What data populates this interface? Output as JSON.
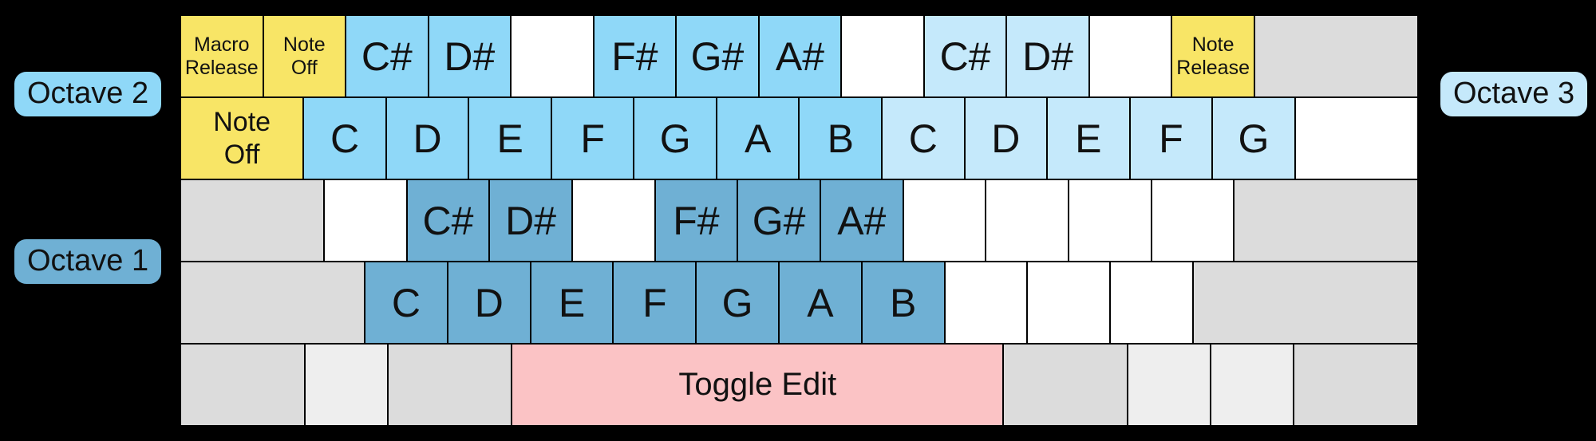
{
  "page": {
    "background": "#000000"
  },
  "colors": {
    "yellow": "#F8E566",
    "o1": "#6FB0D4",
    "o2": "#8FD8F8",
    "o3": "#C5E9FB",
    "white": "#FFFFFF",
    "gray": "#DCDCDC",
    "graylight": "#EEEEEE",
    "pink": "#FBC3C5",
    "border": "#000000",
    "text": "#111111"
  },
  "octave_labels": {
    "octave1": {
      "label": "Octave 1"
    },
    "octave2": {
      "label": "Octave 2"
    },
    "octave3": {
      "label": "Octave 3"
    }
  },
  "keyboard": {
    "rows": [
      {
        "keys": [
          {
            "label": "Macro\nRelease",
            "color": "yellow",
            "units": 1,
            "size": "small"
          },
          {
            "label": "Note\nOff",
            "color": "yellow",
            "units": 1,
            "size": "small"
          },
          {
            "label": "C#",
            "color": "o2",
            "units": 1,
            "size": "note"
          },
          {
            "label": "D#",
            "color": "o2",
            "units": 1,
            "size": "note"
          },
          {
            "label": "",
            "color": "white",
            "units": 1
          },
          {
            "label": "F#",
            "color": "o2",
            "units": 1,
            "size": "note"
          },
          {
            "label": "G#",
            "color": "o2",
            "units": 1,
            "size": "note"
          },
          {
            "label": "A#",
            "color": "o2",
            "units": 1,
            "size": "note"
          },
          {
            "label": "",
            "color": "white",
            "units": 1
          },
          {
            "label": "C#",
            "color": "o3",
            "units": 1,
            "size": "note"
          },
          {
            "label": "D#",
            "color": "o3",
            "units": 1,
            "size": "note"
          },
          {
            "label": "",
            "color": "white",
            "units": 1
          },
          {
            "label": "Note\nRelease",
            "color": "yellow",
            "units": 1,
            "size": "small"
          },
          {
            "label": "",
            "color": "gray",
            "units": 2
          }
        ]
      },
      {
        "keys": [
          {
            "label": "Note\nOff",
            "color": "yellow",
            "units": 1.5,
            "size": "medium"
          },
          {
            "label": "C",
            "color": "o2",
            "units": 1,
            "size": "note"
          },
          {
            "label": "D",
            "color": "o2",
            "units": 1,
            "size": "note"
          },
          {
            "label": "E",
            "color": "o2",
            "units": 1,
            "size": "note"
          },
          {
            "label": "F",
            "color": "o2",
            "units": 1,
            "size": "note"
          },
          {
            "label": "G",
            "color": "o2",
            "units": 1,
            "size": "note"
          },
          {
            "label": "A",
            "color": "o2",
            "units": 1,
            "size": "note"
          },
          {
            "label": "B",
            "color": "o2",
            "units": 1,
            "size": "note"
          },
          {
            "label": "C",
            "color": "o3",
            "units": 1,
            "size": "note"
          },
          {
            "label": "D",
            "color": "o3",
            "units": 1,
            "size": "note"
          },
          {
            "label": "E",
            "color": "o3",
            "units": 1,
            "size": "note"
          },
          {
            "label": "F",
            "color": "o3",
            "units": 1,
            "size": "note"
          },
          {
            "label": "G",
            "color": "o3",
            "units": 1,
            "size": "note"
          },
          {
            "label": "",
            "color": "white",
            "units": 1.5
          }
        ]
      },
      {
        "keys": [
          {
            "label": "",
            "color": "gray",
            "units": 1.75
          },
          {
            "label": "",
            "color": "white",
            "units": 1
          },
          {
            "label": "C#",
            "color": "o1",
            "units": 1,
            "size": "note"
          },
          {
            "label": "D#",
            "color": "o1",
            "units": 1,
            "size": "note"
          },
          {
            "label": "",
            "color": "white",
            "units": 1
          },
          {
            "label": "F#",
            "color": "o1",
            "units": 1,
            "size": "note"
          },
          {
            "label": "G#",
            "color": "o1",
            "units": 1,
            "size": "note"
          },
          {
            "label": "A#",
            "color": "o1",
            "units": 1,
            "size": "note"
          },
          {
            "label": "",
            "color": "white",
            "units": 1
          },
          {
            "label": "",
            "color": "white",
            "units": 1
          },
          {
            "label": "",
            "color": "white",
            "units": 1
          },
          {
            "label": "",
            "color": "white",
            "units": 1
          },
          {
            "label": "",
            "color": "gray",
            "units": 2.25
          }
        ]
      },
      {
        "keys": [
          {
            "label": "",
            "color": "gray",
            "units": 2.25
          },
          {
            "label": "C",
            "color": "o1",
            "units": 1,
            "size": "note"
          },
          {
            "label": "D",
            "color": "o1",
            "units": 1,
            "size": "note"
          },
          {
            "label": "E",
            "color": "o1",
            "units": 1,
            "size": "note"
          },
          {
            "label": "F",
            "color": "o1",
            "units": 1,
            "size": "note"
          },
          {
            "label": "G",
            "color": "o1",
            "units": 1,
            "size": "note"
          },
          {
            "label": "A",
            "color": "o1",
            "units": 1,
            "size": "note"
          },
          {
            "label": "B",
            "color": "o1",
            "units": 1,
            "size": "note"
          },
          {
            "label": "",
            "color": "white",
            "units": 1
          },
          {
            "label": "",
            "color": "white",
            "units": 1
          },
          {
            "label": "",
            "color": "white",
            "units": 1
          },
          {
            "label": "",
            "color": "gray",
            "units": 2.75
          }
        ]
      },
      {
        "keys": [
          {
            "label": "",
            "color": "gray",
            "units": 1.5
          },
          {
            "label": "",
            "color": "graylight",
            "units": 1
          },
          {
            "label": "",
            "color": "gray",
            "units": 1.5
          },
          {
            "label": "Toggle Edit",
            "color": "pink",
            "units": 6,
            "size": "toggle"
          },
          {
            "label": "",
            "color": "gray",
            "units": 1.5
          },
          {
            "label": "",
            "color": "graylight",
            "units": 1
          },
          {
            "label": "",
            "color": "graylight",
            "units": 1
          },
          {
            "label": "",
            "color": "gray",
            "units": 1.5
          }
        ]
      }
    ]
  }
}
